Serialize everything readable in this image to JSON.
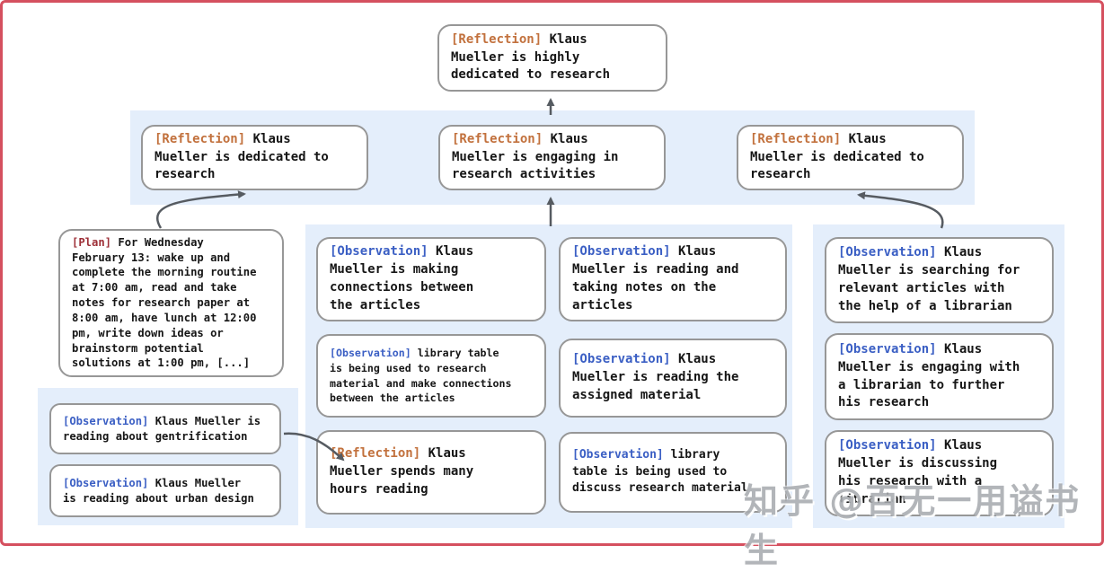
{
  "colors": {
    "frame_border": "#d5505f",
    "panel_blue": "#e4eefb",
    "node_border": "#979797",
    "tag_reflection": "#c2713d",
    "tag_observation": "#3b5fc4",
    "tag_plan": "#9e3038",
    "arrow": "#565b61"
  },
  "nodes": {
    "root": {
      "tag": "[Reflection]",
      "text": "Klaus\nMueller is highly\ndedicated to research"
    },
    "reflections": [
      {
        "tag": "[Reflection]",
        "text": "Klaus\nMueller is dedicated to\nresearch"
      },
      {
        "tag": "[Reflection]",
        "text": "Klaus\nMueller is engaging in\nresearch activities"
      },
      {
        "tag": "[Reflection]",
        "text": "Klaus\nMueller is dedicated to\nresearch"
      }
    ],
    "plan": {
      "tag": "[Plan]",
      "text": "For Wednesday\nFebruary 13: wake up and\ncomplete the morning routine\nat 7:00 am, read and take\nnotes for research paper at\n8:00 am, have lunch at 12:00\npm, write down ideas or\nbrainstorm potential\nsolutions at 1:00 pm, [...]"
    },
    "left_observations": [
      {
        "tag": "[Observation]",
        "text": "Klaus Mueller is\nreading about gentrification"
      },
      {
        "tag": "[Observation]",
        "text": "Klaus Mueller\nis reading about urban design"
      }
    ],
    "middle_col_a": [
      {
        "tag": "[Observation]",
        "text": "Klaus\nMueller is making\nconnections between\nthe articles"
      },
      {
        "tag": "[Observation]",
        "text": "library table\nis being used to research\nmaterial and make connections\nbetween the articles"
      },
      {
        "tag": "[Reflection]",
        "text": "Klaus\nMueller spends many\nhours reading"
      }
    ],
    "middle_col_b": [
      {
        "tag": "[Observation]",
        "text": "Klaus\nMueller is reading and\ntaking notes on the\narticles"
      },
      {
        "tag": "[Observation]",
        "text": "Klaus\nMueller is reading the\nassigned material"
      },
      {
        "tag": "[Observation]",
        "text": "library\ntable is being used to\ndiscuss research material"
      }
    ],
    "right_col": [
      {
        "tag": "[Observation]",
        "text": "Klaus\nMueller is searching for\nrelevant articles with\nthe help of a librarian"
      },
      {
        "tag": "[Observation]",
        "text": "Klaus\nMueller is engaging with\na librarian to further\nhis research"
      },
      {
        "tag": "[Observation]",
        "text": "Klaus\nMueller is discussing\nhis research with a\nlibrarian"
      }
    ]
  },
  "watermark": {
    "text": "知乎 @百无一用谥书生"
  }
}
